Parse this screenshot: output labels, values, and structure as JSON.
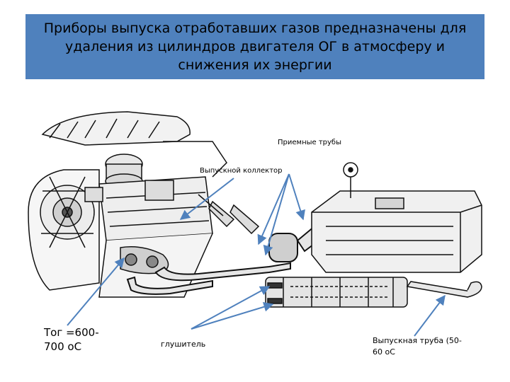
{
  "slide": {
    "title": "Приборы выпуска отработавших газов предназначены для удаления из цилиндров двигателя ОГ в атмосферу и снижения их энергии"
  },
  "labels": {
    "intake_pipes": "Приемные трубы",
    "exhaust_manifold": "Выпускной коллектор",
    "temperature_line1": "Тог =600-",
    "temperature_line2": "700 оС",
    "muffler": "глушитель",
    "tailpipe_line1": "Выпускная труба (50-",
    "tailpipe_line2": "60 оС"
  },
  "colors": {
    "title_bg": "#4f81bd",
    "arrow": "#4f81bd"
  }
}
